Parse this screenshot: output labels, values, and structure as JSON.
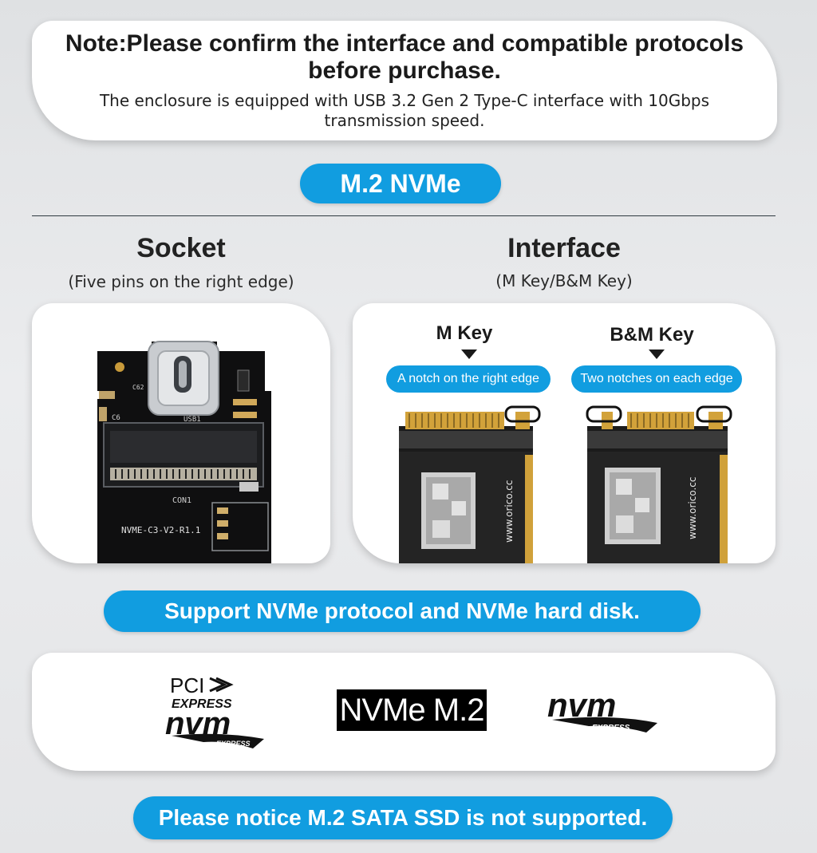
{
  "note": {
    "title_line1": "Note:Please confirm the interface and compatible protocols",
    "title_line2": "before purchase.",
    "sub_line1": "The enclosure is equipped with USB 3.2 Gen 2 Type-C interface with 10Gbps",
    "sub_line2": "transmission speed."
  },
  "badge": "M.2 NVMe",
  "socket": {
    "heading": "Socket",
    "subheading": "(Five pins on the right edge)",
    "board_text": {
      "usb": "USB1",
      "con": "CON1",
      "model": "NVME-C3-V2-R1.1",
      "c62": "C62",
      "c6": "C6"
    }
  },
  "interface": {
    "heading": "Interface",
    "subheading": "(M Key/B&M Key)",
    "m_key": {
      "label": "M Key",
      "desc": "A notch on the right edge"
    },
    "bm_key": {
      "label": "B&M Key",
      "desc": "Two notches on each edge"
    },
    "ssd_brand": "www.orico.cc"
  },
  "support_banner": "Support NVMe protocol and NVMe hard disk.",
  "logos": {
    "pci_line1": "PCI",
    "pci_line2": "EXPRESS",
    "nvm": "nvm",
    "express": "EXPRESS",
    "nvme_m2": "NVMe M.2"
  },
  "notice_banner": "Please notice M.2 SATA SSD is not supported.",
  "colors": {
    "accent": "#119de0",
    "pcb": "#111111"
  }
}
